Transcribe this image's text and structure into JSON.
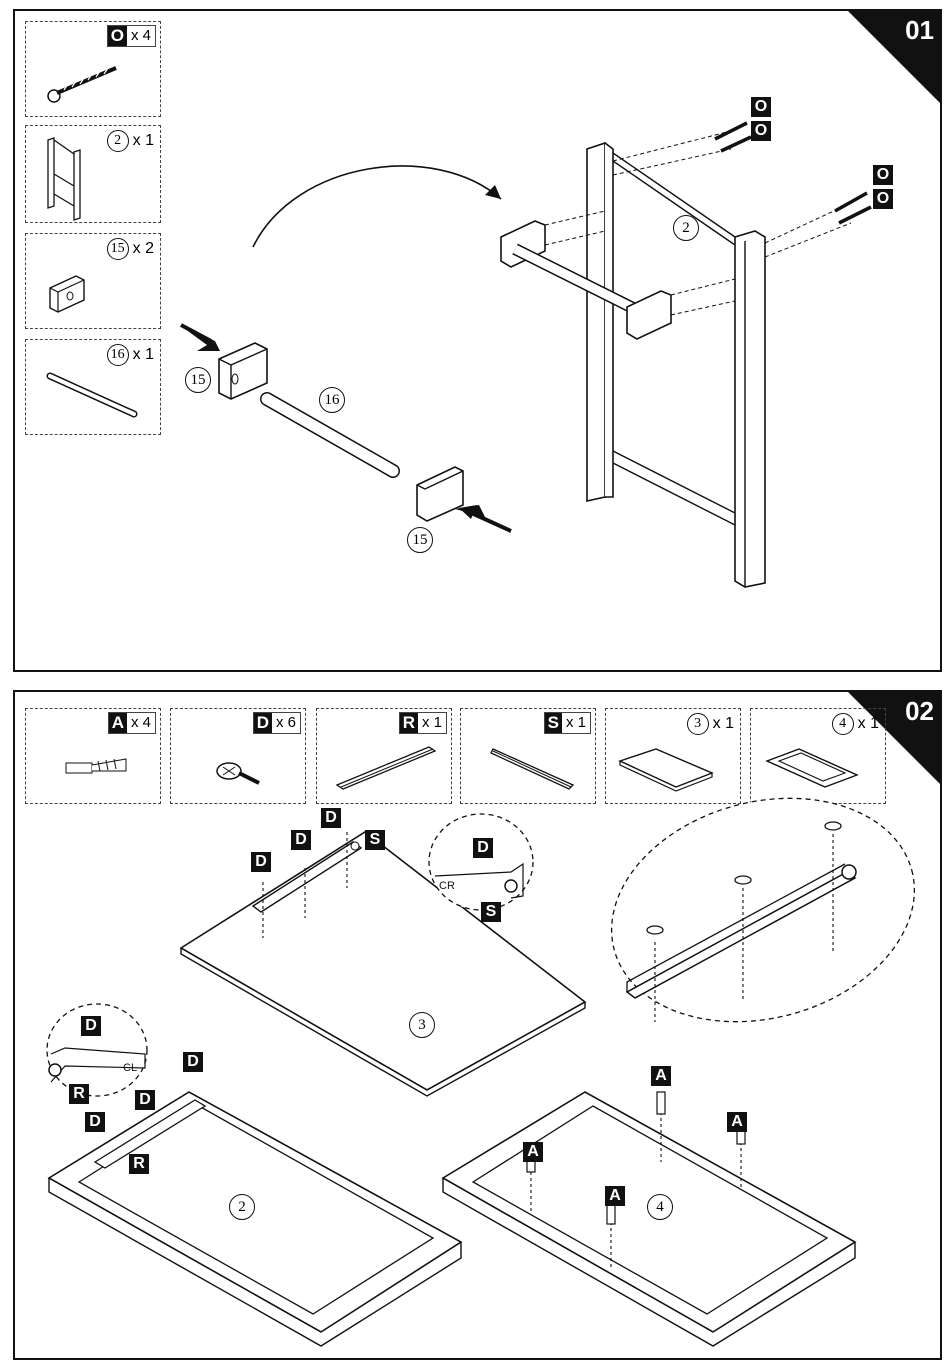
{
  "step1": {
    "number": "01",
    "parts": [
      {
        "code": "O",
        "mult": "x 4"
      },
      {
        "num": "2",
        "mult": "x 1"
      },
      {
        "num": "15",
        "mult": "x 2"
      },
      {
        "num": "16",
        "mult": "x 1"
      }
    ],
    "labels": {
      "end_block_left": "15",
      "end_block_right": "15",
      "rod": "16",
      "frame": "2",
      "bolt": "O"
    }
  },
  "step2": {
    "number": "02",
    "parts": [
      {
        "code": "A",
        "mult": "x 4"
      },
      {
        "code": "D",
        "mult": "x 6"
      },
      {
        "code": "R",
        "mult": "x 1"
      },
      {
        "code": "S",
        "mult": "x 1"
      },
      {
        "num": "3",
        "mult": "x 1"
      },
      {
        "num": "4",
        "mult": "x 1"
      }
    ],
    "labels": {
      "screw": "D",
      "rail_s": "S",
      "rail_r": "R",
      "dowel": "A",
      "panel": "3",
      "frame_left": "2",
      "frame_right": "4",
      "detail_cr": "CR",
      "detail_cl": "CL"
    }
  }
}
